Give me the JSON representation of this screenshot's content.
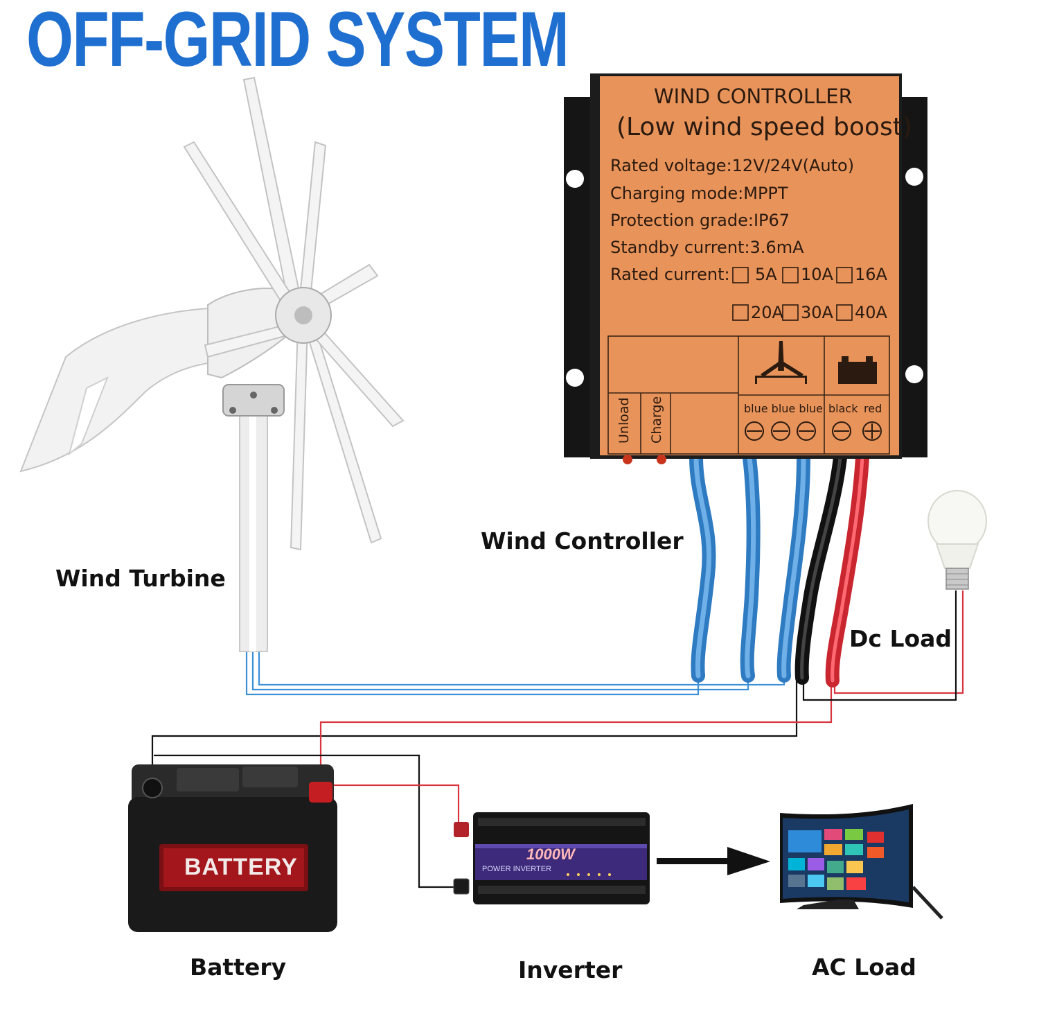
{
  "title": "OFF-GRID SYSTEM",
  "labels": {
    "wind_turbine": "Wind Turbine",
    "wind_controller": "Wind Controller",
    "dc_load": "Dc Load",
    "battery": "Battery",
    "inverter": "Inverter",
    "ac_load": "AC Load"
  },
  "controller": {
    "title": "WIND CONTROLLER",
    "subtitle": "(Low wind speed boost)",
    "specs": [
      "Rated voltage:12V/24V(Auto)",
      "Charging mode:MPPT",
      "Protection grade:IP67",
      "Standby current:3.6mA"
    ],
    "rated_current_label": "Rated current:",
    "current_options": [
      "5A",
      "10A",
      "16A",
      "20A",
      "30A",
      "40A"
    ],
    "unload": "Unload",
    "charge": "Charge",
    "wire_labels_wind": "blue blue blue",
    "wire_label_black": "black",
    "wire_label_red": "red"
  },
  "battery_text": "BATTERY",
  "inverter_text": "1000W",
  "inverter_sub": "POWER INVERTER",
  "colors": {
    "title": "#1f6fd0",
    "controller_face": "#e8935a",
    "wire_blue": "#3d8fd6",
    "wire_red": "#d8353f",
    "wire_black": "#111111"
  }
}
